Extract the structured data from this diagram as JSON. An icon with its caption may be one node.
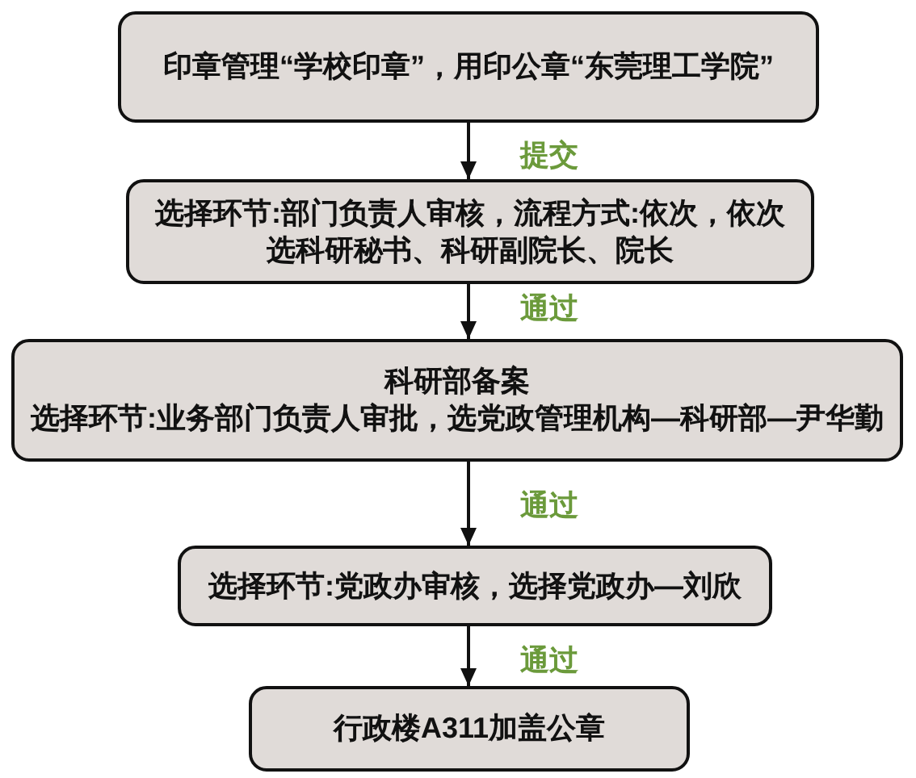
{
  "diagram": {
    "nodes": [
      {
        "text": [
          "印章管理“学校印章”，用印公章“东莞理工学院”"
        ]
      },
      {
        "text": [
          "选择环节:部门负责人审核，流程方式:依次，依次选科研秘书、科研副院长、院长"
        ]
      },
      {
        "text": [
          "科研部备案",
          "选择环节:业务部门负责人审批，选党政管理机构—科研部—尹华勤"
        ]
      },
      {
        "text": [
          "选择环节:党政办审核，选择党政办—刘欣"
        ]
      },
      {
        "text": [
          "行政楼A311加盖公章"
        ]
      }
    ],
    "edges": [
      {
        "from": 0,
        "to": 1,
        "arrow": "to",
        "label": "提交"
      },
      {
        "from": 1,
        "to": 2,
        "arrow": "to",
        "label": "通过"
      },
      {
        "from": 2,
        "to": 3,
        "arrow": "to",
        "label": "通过"
      },
      {
        "from": 3,
        "to": 4,
        "arrow": "to",
        "label": "通过"
      }
    ]
  }
}
